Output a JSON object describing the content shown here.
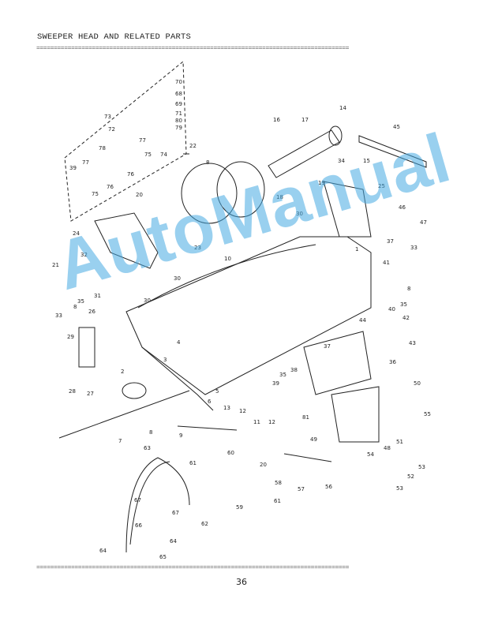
{
  "header": {
    "title": "SWEEPER HEAD AND RELATED PARTS"
  },
  "rule_text": "==========================================================================================",
  "footer": {
    "page_number": "36"
  },
  "watermark": "AutoManual",
  "diagram": {
    "callouts": [
      "70",
      "68",
      "69",
      "73",
      "71",
      "80",
      "72",
      "79",
      "77",
      "78",
      "77",
      "75",
      "74",
      "39",
      "76",
      "75",
      "76",
      "22",
      "8",
      "16",
      "17",
      "14",
      "45",
      "15",
      "34",
      "19",
      "18",
      "25",
      "46",
      "47",
      "20",
      "30",
      "24",
      "23",
      "10",
      "1",
      "37",
      "33",
      "41",
      "21",
      "32",
      "31",
      "30",
      "30",
      "8",
      "35",
      "40",
      "42",
      "33",
      "8",
      "35",
      "26",
      "29",
      "44",
      "43",
      "4",
      "37",
      "36",
      "38",
      "35",
      "39",
      "28",
      "27",
      "2",
      "3",
      "5",
      "6",
      "50",
      "13",
      "12",
      "11",
      "12",
      "81",
      "55",
      "8",
      "7",
      "9",
      "49",
      "48",
      "51",
      "54",
      "63",
      "60",
      "61",
      "20",
      "58",
      "57",
      "56",
      "52",
      "53",
      "53",
      "59",
      "61",
      "67",
      "67",
      "62",
      "66",
      "64",
      "64",
      "65"
    ]
  },
  "colors": {
    "ink": "#222222",
    "watermark": "#46aae1"
  }
}
